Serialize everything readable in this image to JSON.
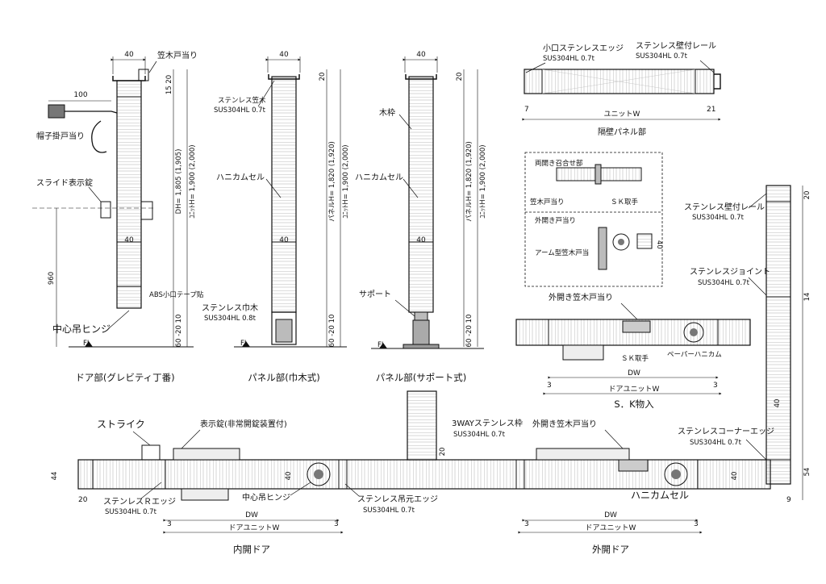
{
  "sheet": {
    "views": {
      "door": {
        "caption": "ドア部(グレビティ丁番)",
        "dim_width": "40",
        "dim_handle": "100",
        "dim_mid": "40",
        "dim_top": "15 20",
        "dim_height": "DH= 1,805 (1,905)",
        "dim_unit": "ﾕﾆｯﾄH= 1,900 (2,000)",
        "dim_960": "960",
        "dim_bottom": "60 -20 10",
        "callouts": [
          "笠木戸当り",
          "帽子掛戸当り",
          "スライド表示錠",
          "ABS小口テープ貼",
          "中心吊ヒンジ"
        ],
        "fl": "FL"
      },
      "panel_base": {
        "caption": "パネル部(巾木式)",
        "dim_width": "40",
        "dim_mid": "40",
        "dim_top": "20",
        "dim_height": "パネルH= 1,820 (1,920)",
        "dim_unit": "ﾕﾆｯﾄH= 1,900 (2,000)",
        "dim_bottom": "60 -20 10",
        "callouts": [
          {
            "name": "ステンレス笠木",
            "spec": "SUS304HL 0.7t"
          },
          {
            "name": "ハニカムセル",
            "spec": ""
          },
          {
            "name": "ステンレス巾木",
            "spec": "SUS304HL 0.8t"
          }
        ],
        "fl": "FL"
      },
      "panel_support": {
        "caption": "パネル部(サポート式)",
        "dim_width": "40",
        "dim_mid": "40",
        "dim_top": "20",
        "dim_height": "パネルH= 1,820 (1,920)",
        "dim_unit": "ﾕﾆｯﾄH= 1,900 (2,000)",
        "dim_bottom": "60 -20 10",
        "callouts": [
          "木枠",
          "ハニカムセル",
          "サポート"
        ],
        "fl": "FL"
      },
      "partition": {
        "caption": "隔壁パネル部",
        "edge": "小口ステンレスエッジ",
        "edge_spec": "SUS304HL 0.7t",
        "rail": "ステンレス壁付レール",
        "rail_spec": "SUS304HL 0.7t",
        "dim_left": "7",
        "dim_right": "21",
        "unit_w": "ユニットW"
      },
      "detail_box": {
        "double_title": "両開き召合せ部",
        "kasagi": "笠木戸当り",
        "sk": "ＳＫ取手",
        "out_title": "外開き戸当り",
        "arm": "アーム型笠木戸当",
        "dim_40": "40"
      },
      "sk_insert": {
        "caption": "S．K物入",
        "out_label": "外開き笠木戸当り",
        "sk": "ＳＫ取手",
        "paper": "ペーパーハニカム",
        "dw": "DW",
        "unit": "ドアユニットW",
        "d3a": "3",
        "d3b": "3"
      },
      "right_wall": {
        "rail": "ステンレス壁付レール",
        "rail_spec": "SUS304HL 0.7t",
        "joint": "ステンレスジョイント",
        "joint_spec": "SUS304HL 0.7t",
        "corner": "ステンレスコーナーエッジ",
        "corner_spec": "SUS304HL 0.7t",
        "dim_20": "20",
        "dim_14": "14",
        "dim_40": "40",
        "dim_54": "54",
        "dim_9": "9"
      },
      "plan": {
        "strike": "ストライク",
        "indicator": "表示錠(非常開錠装置付)",
        "threeway": "3WAYステンレス枠",
        "threeway_spec": "SUS304HL 0.7t",
        "out_label": "外開き笠木戸当り",
        "r_edge": "ステンレスＲエッジ",
        "r_edge_spec": "SUS304HL 0.7t",
        "hinge": "中心吊ヒンジ",
        "hang": "ステンレス吊元エッジ",
        "hang_spec": "SUS304HL 0.7t",
        "honeycomb": "ハニカムセル",
        "dim_44": "44",
        "dim_20": "20",
        "dim_20b": "20",
        "dim_40a": "40",
        "dim_40b": "40",
        "dw1": "DW",
        "unit1": "ドアユニットW",
        "dw2": "DW",
        "unit2": "ドアユニットW",
        "d3": "3",
        "cap_in": "内開ドア",
        "cap_out": "外開ドア"
      }
    }
  }
}
